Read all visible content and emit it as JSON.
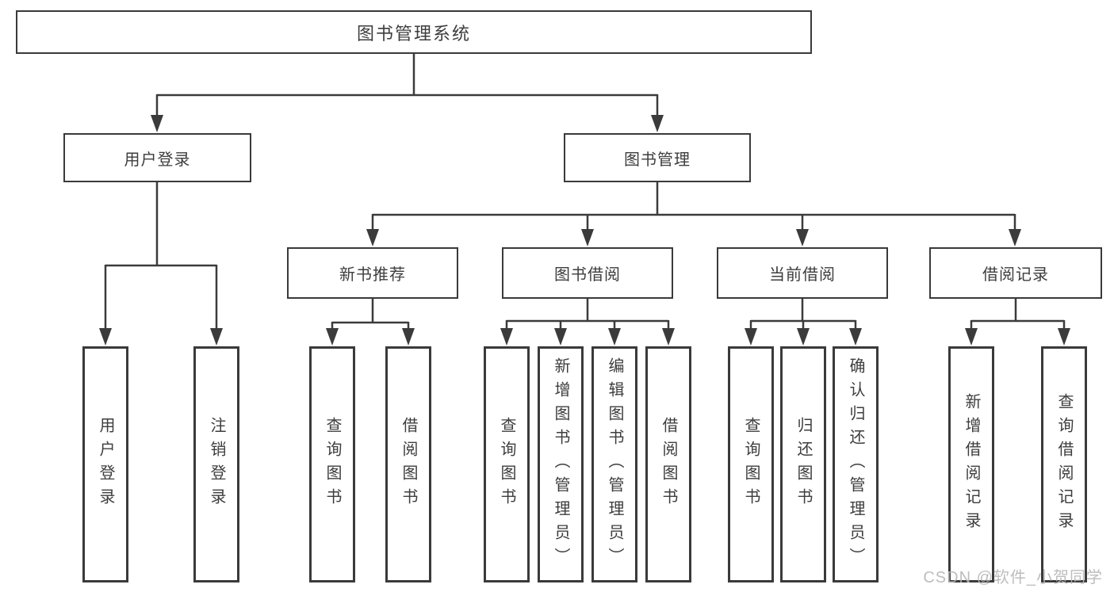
{
  "colors": {
    "line": "#3b3b3b",
    "box_border": "#3a3a3a",
    "text": "#3d3d3d",
    "background": "#ffffff",
    "watermark": "#b6b6b6"
  },
  "tree": {
    "label": "图书管理系统",
    "children": [
      {
        "label": "用户登录",
        "children": [
          {
            "label": "用户登录"
          },
          {
            "label": "注销登录"
          }
        ]
      },
      {
        "label": "图书管理",
        "children": [
          {
            "label": "新书推荐",
            "children": [
              {
                "label": "查询图书"
              },
              {
                "label": "借阅图书"
              }
            ]
          },
          {
            "label": "图书借阅",
            "children": [
              {
                "label": "查询图书"
              },
              {
                "label": "新增图书（管理员）"
              },
              {
                "label": "编辑图书（管理员）"
              },
              {
                "label": "借阅图书"
              }
            ]
          },
          {
            "label": "当前借阅",
            "children": [
              {
                "label": "查询图书"
              },
              {
                "label": "归还图书"
              },
              {
                "label": "确认归还（管理员）"
              }
            ]
          },
          {
            "label": "借阅记录",
            "children": [
              {
                "label": "新增借阅记录"
              },
              {
                "label": "查询借阅记录"
              }
            ]
          }
        ]
      }
    ]
  },
  "watermark": {
    "text": "CSDN @软件_小贺同学"
  }
}
